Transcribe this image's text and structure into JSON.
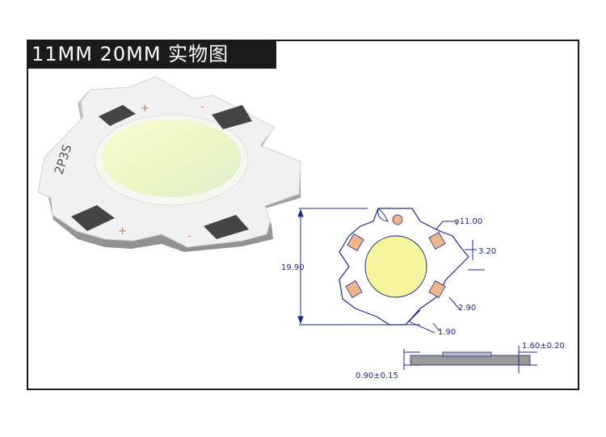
{
  "header": {
    "title": "11MM 20MM 实物图"
  },
  "photo": {
    "board_marking": "2P3S",
    "plus_sign": "+",
    "minus_sign": "-"
  },
  "drawing": {
    "diameter": "φ11.00",
    "height": "19.90",
    "notch_width": "3.20",
    "pad_width": "2.90",
    "pad_offset": "1.90",
    "board_thickness": "1.60±0.20",
    "led_thickness": "0.90±0.15"
  },
  "colors": {
    "frame": "#1a1a1a",
    "dimension_lines": "#1e2a8a",
    "phosphor": "#f6f59e",
    "pad": "#f2b48a"
  }
}
